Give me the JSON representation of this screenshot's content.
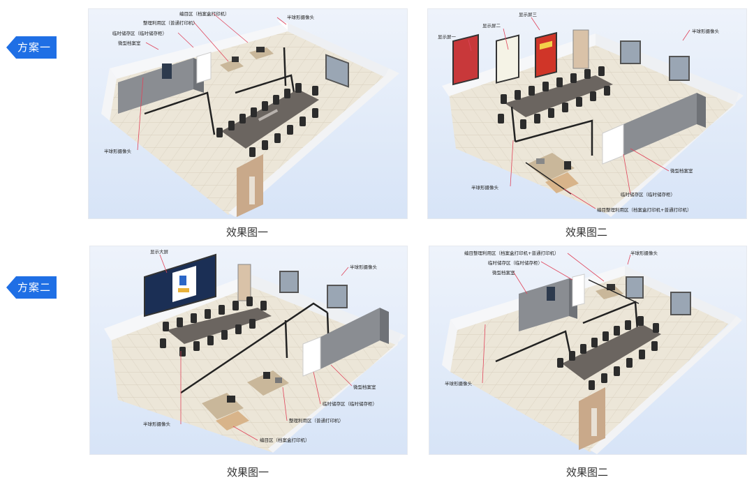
{
  "scheme_tags": [
    "方案一",
    "方案二"
  ],
  "captions": [
    "效果图一",
    "效果图二",
    "效果图一",
    "效果图二"
  ],
  "panel1_labels": {
    "editing_zone": "编目区（档案盒打印机）",
    "sorting_zone": "整理利用区（普通打印机）",
    "temp_storage": "临时储存区（临时储存柜）",
    "micro_archive": "微型档案室",
    "dome_camera_a": "半球形摄像头",
    "dome_camera_b": "半球形摄像头"
  },
  "panel2_labels": {
    "screen_three": "显示屏三",
    "screen_two": "显示屏二",
    "screen_one": "显示屏一",
    "dome_camera_a": "半球形摄像头",
    "micro_archive": "微型档案室",
    "dome_camera_b": "半球形摄像头",
    "temp_storage": "临时储存区（临时储存柜）",
    "edit_sort_zone": "编目整理利用区（档案盒打印机+普通打印机）"
  },
  "panel3_labels": {
    "big_screen": "显示大屏",
    "dome_camera_a": "半球形摄像头",
    "micro_archive": "微型档案室",
    "temp_storage": "临时储存区（临时储存柜）",
    "dome_camera_b": "半球形摄像头",
    "sorting_zone": "整理利用区（普通打印机）",
    "editing_zone": "编目区（档案盒打印机）"
  },
  "panel4_labels": {
    "edit_sort_zone": "编目整理利用区（档案盒打印机+普通打印机）",
    "dome_camera_a": "半球形摄像头",
    "temp_storage": "临时储存区（临时储存柜）",
    "micro_archive": "微型档案室",
    "dome_camera_b": "半球形摄像头"
  },
  "colors": {
    "tag_blue": "#1f6fe5",
    "wall": "#f4f5f7",
    "floor": "#e8e2d4",
    "table": "#6b6560",
    "cabinet": "#8a8d92",
    "door": "#c9a98a",
    "label_line": "#e0445a",
    "sky": "#d7e4f7"
  }
}
